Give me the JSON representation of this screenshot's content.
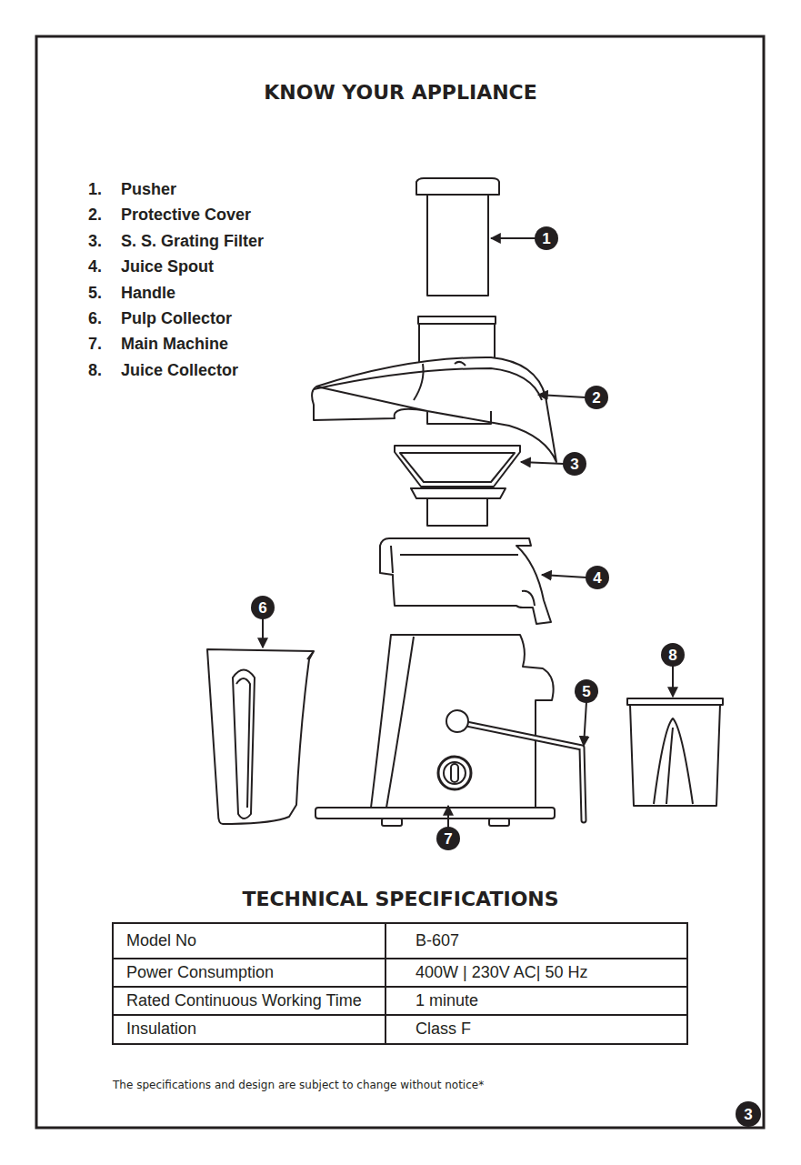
{
  "diagram": {
    "title": "KNOW YOUR APPLIANCE",
    "nodes": [
      {
        "text": [
          "1"
        ]
      },
      {
        "text": [
          "2"
        ]
      },
      {
        "text": [
          "3"
        ]
      },
      {
        "text": [
          "4"
        ]
      },
      {
        "text": [
          "6"
        ]
      },
      {
        "text": [
          "8"
        ]
      },
      {
        "text": [
          "5"
        ]
      },
      {
        "text": [
          "7"
        ]
      },
      {
        "text": [
          "3"
        ]
      }
    ],
    "labels": [
      "1.",
      "Pusher",
      "2.",
      "Protective Cover",
      "3.",
      "S. S. Grating Filter",
      "4.",
      "Juice Spout",
      "5.",
      "Handle",
      "6.",
      "Pulp Collector",
      "7.",
      "Main Machine",
      "8.",
      "Juice Collector",
      "TECHNICAL SPECIFICATIONS",
      "Model No",
      "B-607",
      "Power Consumption",
      "400W | 230V AC| 50 Hz",
      "Rated Continuous Working Time",
      "1 minute",
      "Insulation",
      "Class F",
      "The specifications and design are subject to change without notice*"
    ]
  }
}
